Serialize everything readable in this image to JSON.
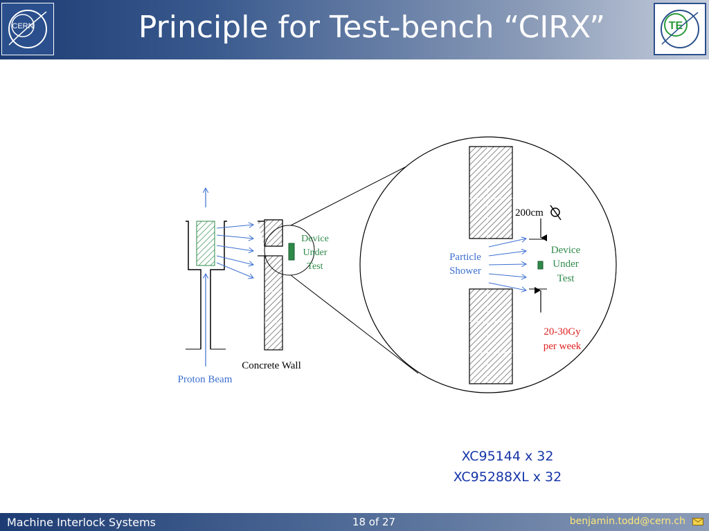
{
  "header": {
    "title": "Principle for Test-bench “CIRX”",
    "left_logo_text": "CERN",
    "right_logo_text": "TE"
  },
  "diagram": {
    "proton_beam_label": "Proton Beam",
    "concrete_wall_label": "Concrete Wall",
    "dut_small_label": [
      "Device",
      "Under",
      "Test"
    ],
    "particle_shower_label": [
      "Particle",
      "Shower"
    ],
    "dut_zoom_label": [
      "Device",
      "Under",
      "Test"
    ],
    "distance_label": "200cm",
    "dose_label": [
      "20-30Gy",
      "per week"
    ],
    "colors": {
      "beam_blue": "#3b6fd1",
      "dut_green": "#2f8a4a",
      "dose_red": "#e02020",
      "hatch": "#555555"
    }
  },
  "parts": {
    "line1": "XC95144 x 32",
    "line2": "XC95288XL x 32"
  },
  "footer": {
    "left": "Machine Interlock Systems",
    "page": "18 of 27",
    "email": "benjamin.todd@cern.ch"
  }
}
